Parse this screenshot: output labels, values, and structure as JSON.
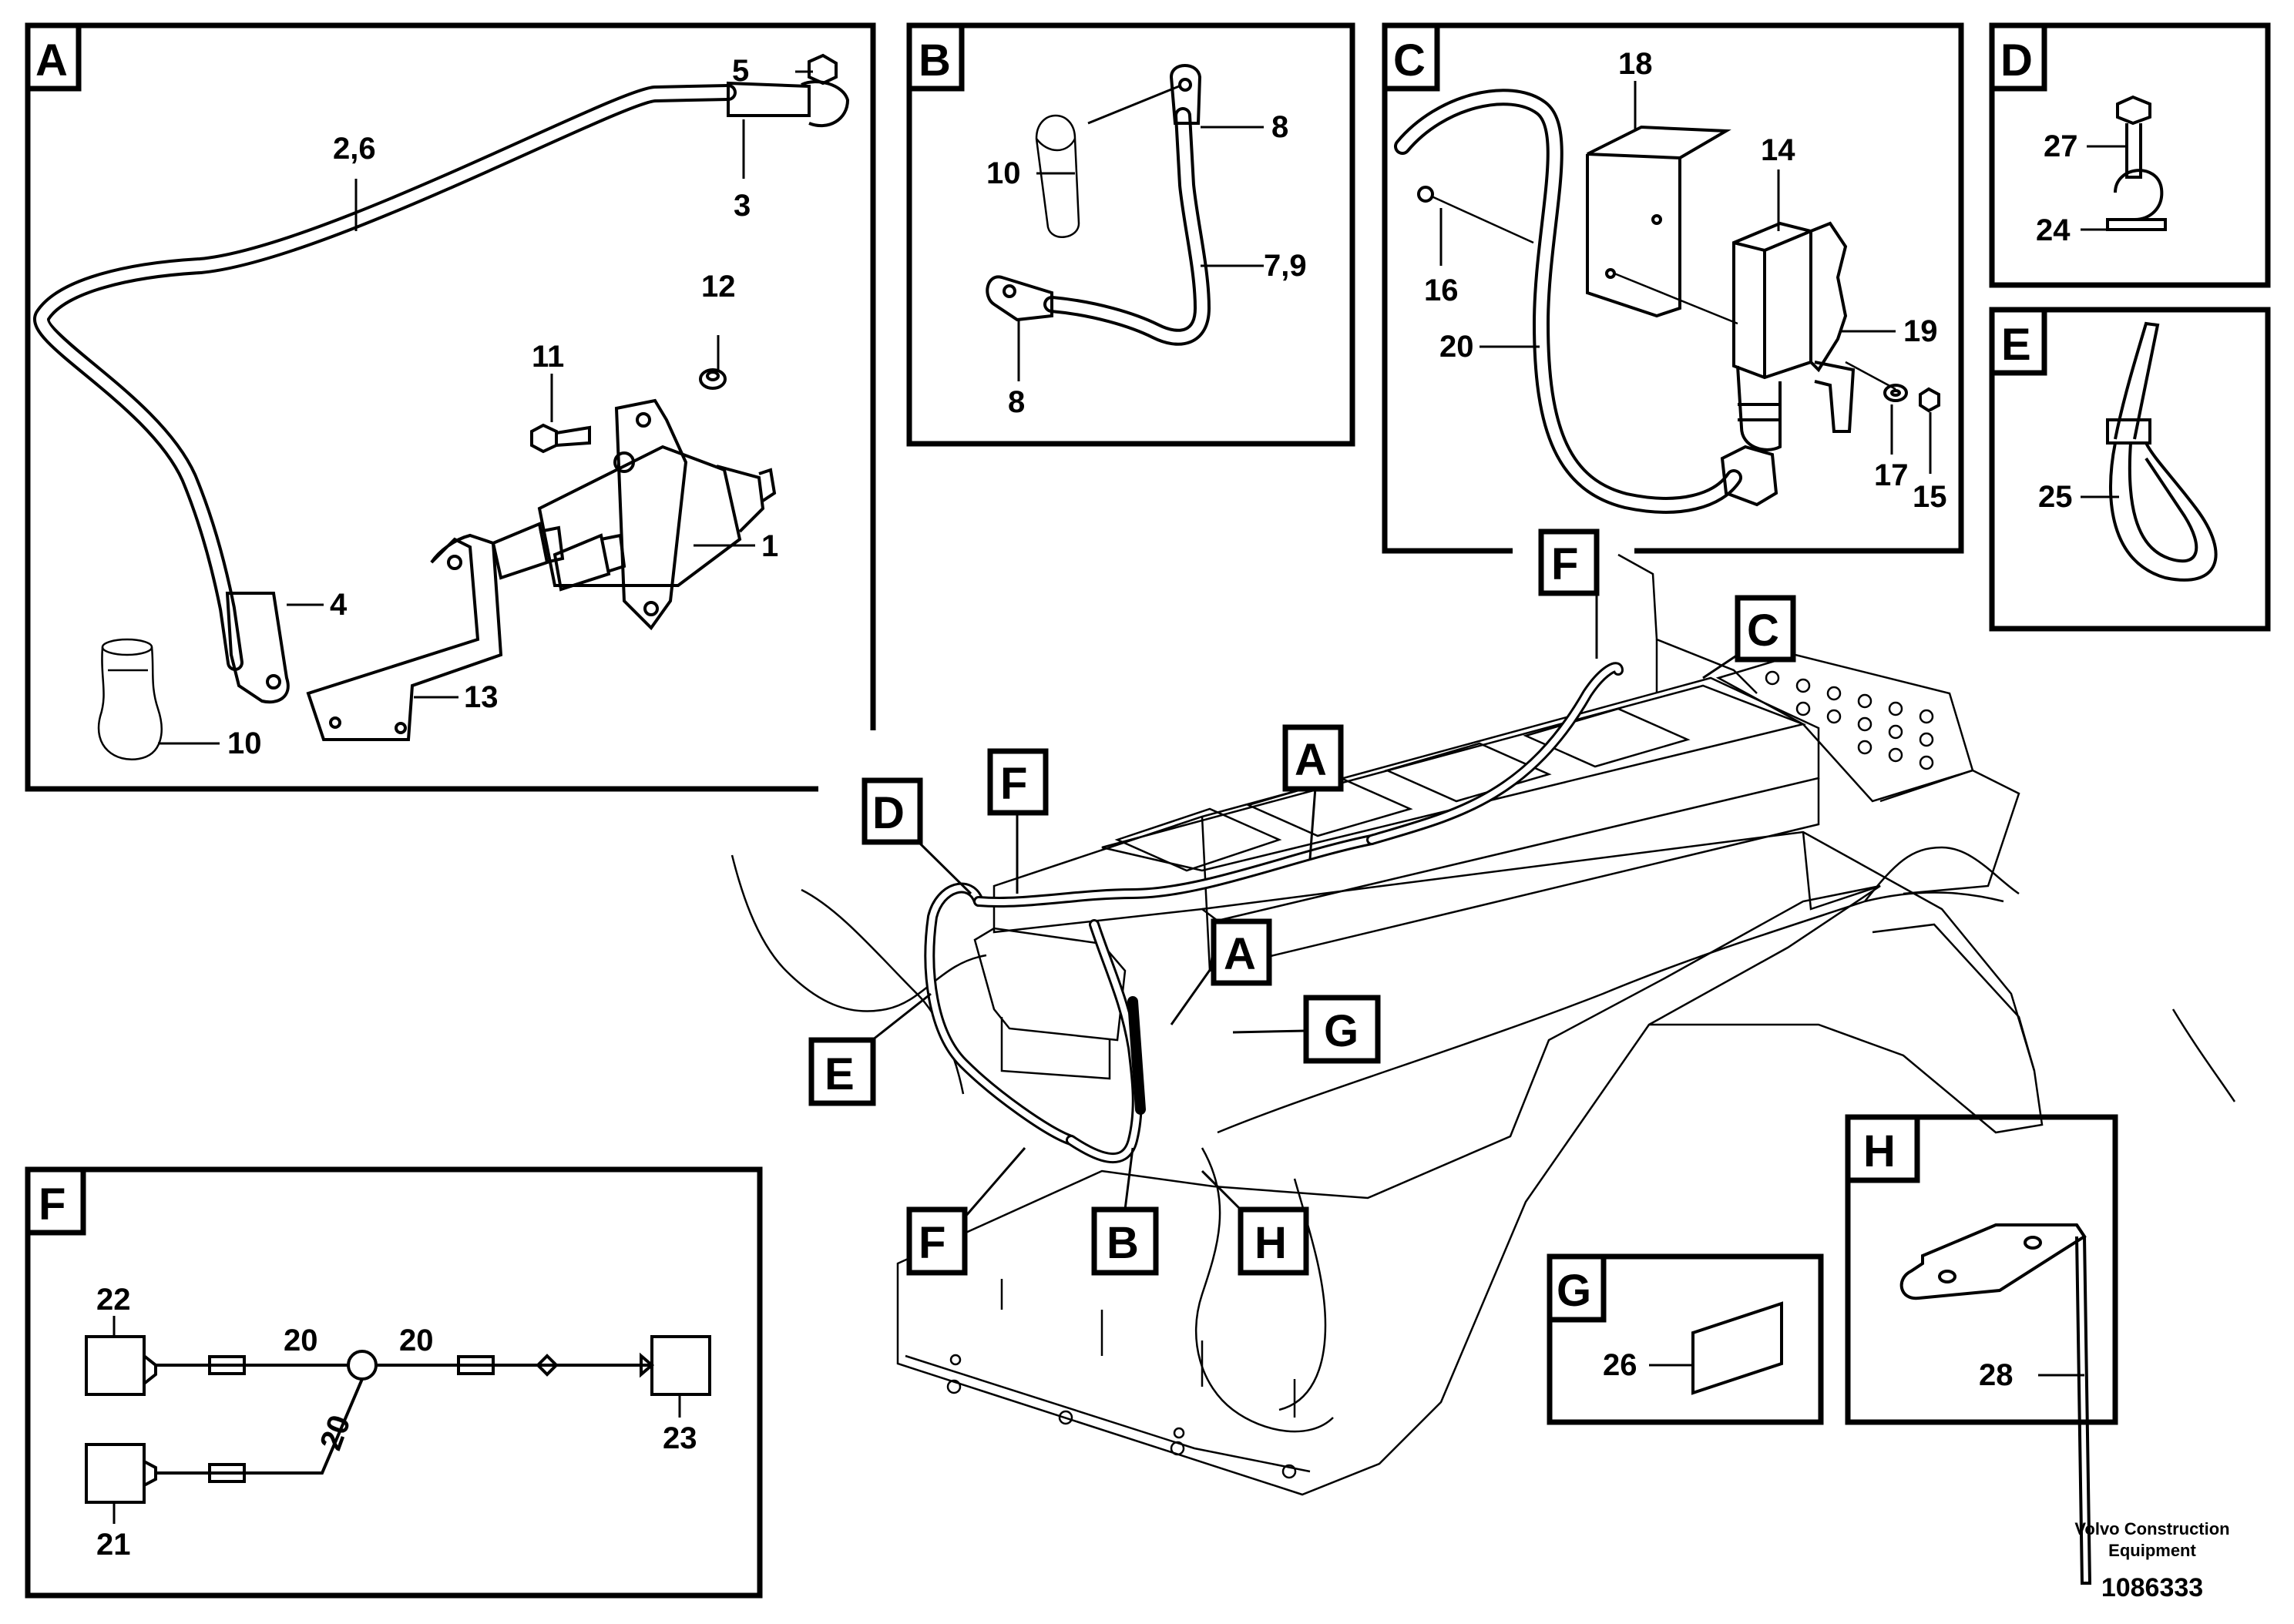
{
  "panels": {
    "A": {
      "tag": "A",
      "callouts": {
        "p5": "5",
        "p26": "2,6",
        "p3": "3",
        "p12": "12",
        "p11": "11",
        "p1": "1",
        "p4": "4",
        "p13": "13",
        "p10": "10"
      }
    },
    "B": {
      "tag": "B",
      "callouts": {
        "p8a": "8",
        "p10": "10",
        "p79": "7,9",
        "p8b": "8"
      }
    },
    "C": {
      "tag": "C",
      "callouts": {
        "p18": "18",
        "p14": "14",
        "p16": "16",
        "p19": "19",
        "p20": "20",
        "p17": "17",
        "p15": "15"
      }
    },
    "D": {
      "tag": "D",
      "callouts": {
        "p27": "27",
        "p24": "24"
      }
    },
    "E": {
      "tag": "E",
      "callouts": {
        "p25": "25"
      }
    },
    "F": {
      "tag": "F",
      "callouts": {
        "p22": "22",
        "p20a": "20",
        "p20b": "20",
        "p20c": "20",
        "p23": "23",
        "p21": "21"
      }
    },
    "G": {
      "tag": "G",
      "callouts": {
        "p26": "26"
      }
    },
    "H": {
      "tag": "H",
      "callouts": {
        "p28": "28"
      }
    }
  },
  "main_view": {
    "tags": {
      "F_top": "F",
      "C": "C",
      "A_top": "A",
      "D": "D",
      "F_mid": "F",
      "A_mid": "A",
      "G": "G",
      "E": "E",
      "F_low": "F",
      "B": "B",
      "H": "H"
    }
  },
  "footer": {
    "credit_line1": "Volvo Construction",
    "credit_line2": "Equipment",
    "document_number": "1086333"
  }
}
